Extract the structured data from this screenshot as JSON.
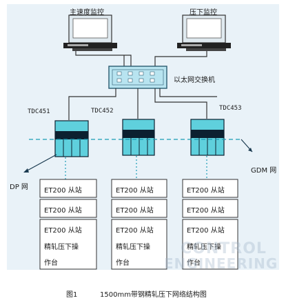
{
  "monitors": {
    "left_label": "主速度监控",
    "right_label": "压下监控"
  },
  "switch_label": "以太网交换机",
  "controllers": [
    {
      "label": "TDC451"
    },
    {
      "label": "TDC452"
    },
    {
      "label": "TDC453"
    }
  ],
  "network_labels": {
    "dp": "DP 网",
    "gdm": "GDM 网"
  },
  "stations": [
    {
      "rows": [
        "ET200 从站",
        "ET200 从站",
        "ET200 从站"
      ],
      "console_lines": [
        "精轧压下操",
        "作台"
      ]
    },
    {
      "rows": [
        "ET200 从站",
        "ET200 从站",
        "ET200 从站"
      ],
      "console_lines": [
        "精轧压下操",
        "作台"
      ]
    },
    {
      "rows": [
        "ET200 从站",
        "ET200 从站",
        "ET200 从站"
      ],
      "console_lines": [
        "精轧压下操",
        "作台"
      ]
    }
  ],
  "caption": {
    "fig": "图1",
    "title": "1500mm带钢精轧压下网络结构图"
  },
  "watermark": {
    "line1": "CONTROL",
    "line2": "ENGINEERING"
  },
  "colors": {
    "background_panel": "#e9f2f8",
    "device_cyan": "#5fd0dd",
    "device_dark": "#0c2030",
    "switch_fill": "#b8e4f0",
    "network_dash": "#1a9bb5"
  }
}
